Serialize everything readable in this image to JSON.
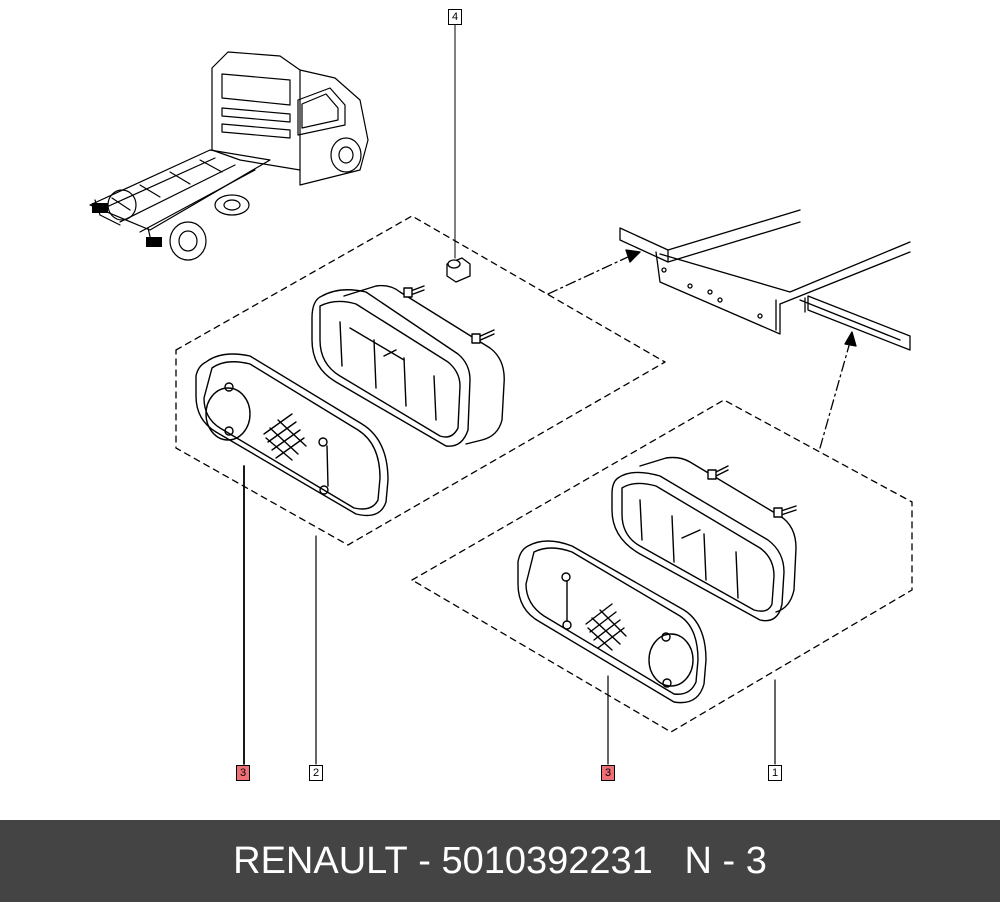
{
  "callouts": {
    "c4": "4",
    "c3_left": "3",
    "c2": "2",
    "c3_right": "3",
    "c1": "1"
  },
  "footer": {
    "brand": "RENAULT",
    "separator": " - ",
    "part_number": "5010392231",
    "gap": "   ",
    "ref": "N - 3"
  },
  "colors": {
    "highlight": "#ee6f76",
    "footer_bg": "#444444",
    "ink": "#000000"
  }
}
